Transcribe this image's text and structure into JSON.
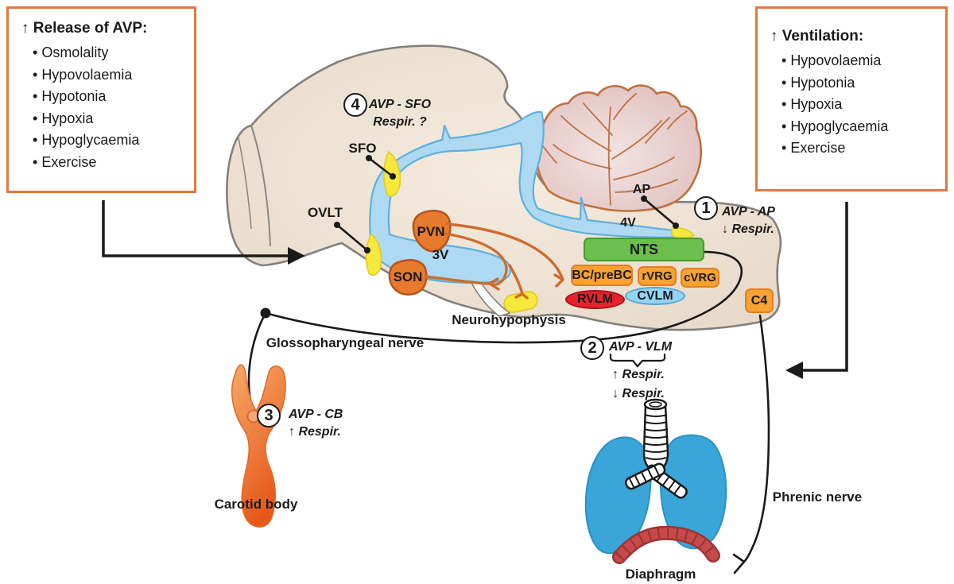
{
  "left_box": {
    "title": "↑ Release of AVP:",
    "items": [
      "Osmolality",
      "Hypovolaemia",
      "Hypotonia",
      "Hypoxia",
      "Hypoglycaemia",
      "Exercise"
    ]
  },
  "right_box": {
    "title": "↑ Ventilation:",
    "items": [
      "Hypovolaemia",
      "Hypotonia",
      "Hypoxia",
      "Hypoglycaemia",
      "Exercise"
    ]
  },
  "brain_labels": {
    "sfo": "SFO",
    "ovlt": "OVLT",
    "pvn": "PVN",
    "son": "SON",
    "v3": "3V",
    "v4": "4V",
    "ap": "AP",
    "neurohypophysis": "Neurohypophysis"
  },
  "nuclei": {
    "nts": "NTS",
    "bc": "BC/preBC",
    "rvrg": "rVRG",
    "cvrg": "cVRG",
    "rvlm": "RVLM",
    "cvlm": "CVLM",
    "c4": "C4"
  },
  "annotations": {
    "n1": {
      "num": "1",
      "line1": "AVP - AP",
      "line2": "↓ Respir."
    },
    "n2": {
      "num": "2",
      "line1": "AVP - VLM",
      "line2": "↑ Respir.",
      "line3": "↓ Respir."
    },
    "n3": {
      "num": "3",
      "line1": "AVP - CB",
      "line2": "↑ Respir."
    },
    "n4": {
      "num": "4",
      "line1": "AVP - SFO",
      "line2": "Respir. ?"
    }
  },
  "peripheral_labels": {
    "glossopharyngeal": "Glossopharyngeal nerve",
    "carotid_body": "Carotid body",
    "diaphragm": "Diaphragm",
    "phrenic": "Phrenic nerve"
  },
  "colors": {
    "box_border": "#e0793f",
    "brain_fill": "#e9ddcf",
    "brain_outline": "#82807c",
    "ventricle_fill": "#aed9f2",
    "ventricle_outline": "#5fb0dc",
    "cvo_yellow": "#f6e83c",
    "nucleus_orange": "#f7a233",
    "nucleus_orange_border": "#e37f22",
    "pvn_son_orange": "#e87a2e",
    "nts_green": "#6bbf4d",
    "rvlm_red": "#e8222d",
    "cvlm_blue": "#96d4f4",
    "cerebellum_fill": "#e3c6c5",
    "cerebellum_outline": "#c1703c",
    "fiber_orange": "#cf6b2d",
    "lung_blue": "#3aa5d8",
    "diaphragm_red": "#c64a4a",
    "carotid_orange": "#e7591b",
    "line_black": "#1a1a1a"
  }
}
